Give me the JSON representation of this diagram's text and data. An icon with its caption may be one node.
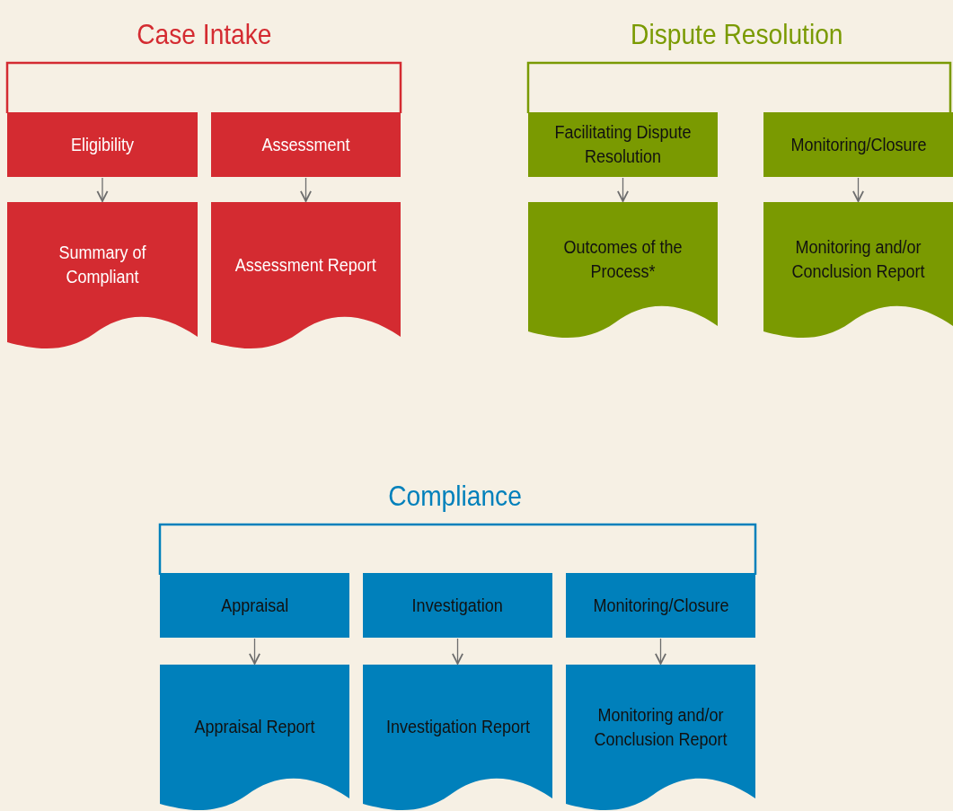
{
  "diagram": {
    "nodes": [
      {
        "text": [
          "Eligibility"
        ]
      },
      {
        "text": [
          "Assessment"
        ]
      },
      {
        "text": [
          "Summary of Compliant"
        ]
      },
      {
        "text": [
          "Assessment Report"
        ]
      },
      {
        "text": [
          "Facilitating Dispute Resolution"
        ]
      },
      {
        "text": [
          "Monitoring/Closure"
        ]
      },
      {
        "text": [
          "Outcomes of the Process*"
        ]
      },
      {
        "text": [
          "Monitoring and/or Conclusion Report"
        ]
      },
      {
        "text": [
          "Appraisal"
        ]
      },
      {
        "text": [
          "Investigation"
        ]
      },
      {
        "text": [
          "Monitoring/Closure"
        ]
      },
      {
        "text": [
          "Appraisal Report"
        ]
      },
      {
        "text": [
          "Investigation Report"
        ]
      },
      {
        "text": [
          "Monitoring and/or Conclusion Report"
        ]
      }
    ],
    "edges": [
      {
        "from": 0,
        "to": 2,
        "arrow": "to"
      },
      {
        "from": 1,
        "to": 3,
        "arrow": "to"
      },
      {
        "from": 4,
        "to": 6,
        "arrow": "to"
      },
      {
        "from": 5,
        "to": 7,
        "arrow": "to"
      },
      {
        "from": 8,
        "to": 11,
        "arrow": "to"
      },
      {
        "from": 9,
        "to": 12,
        "arrow": "to"
      },
      {
        "from": 10,
        "to": 13,
        "arrow": "to"
      }
    ],
    "labels": [
      "Case Intake",
      "Dispute Resolution",
      "Compliance"
    ]
  }
}
